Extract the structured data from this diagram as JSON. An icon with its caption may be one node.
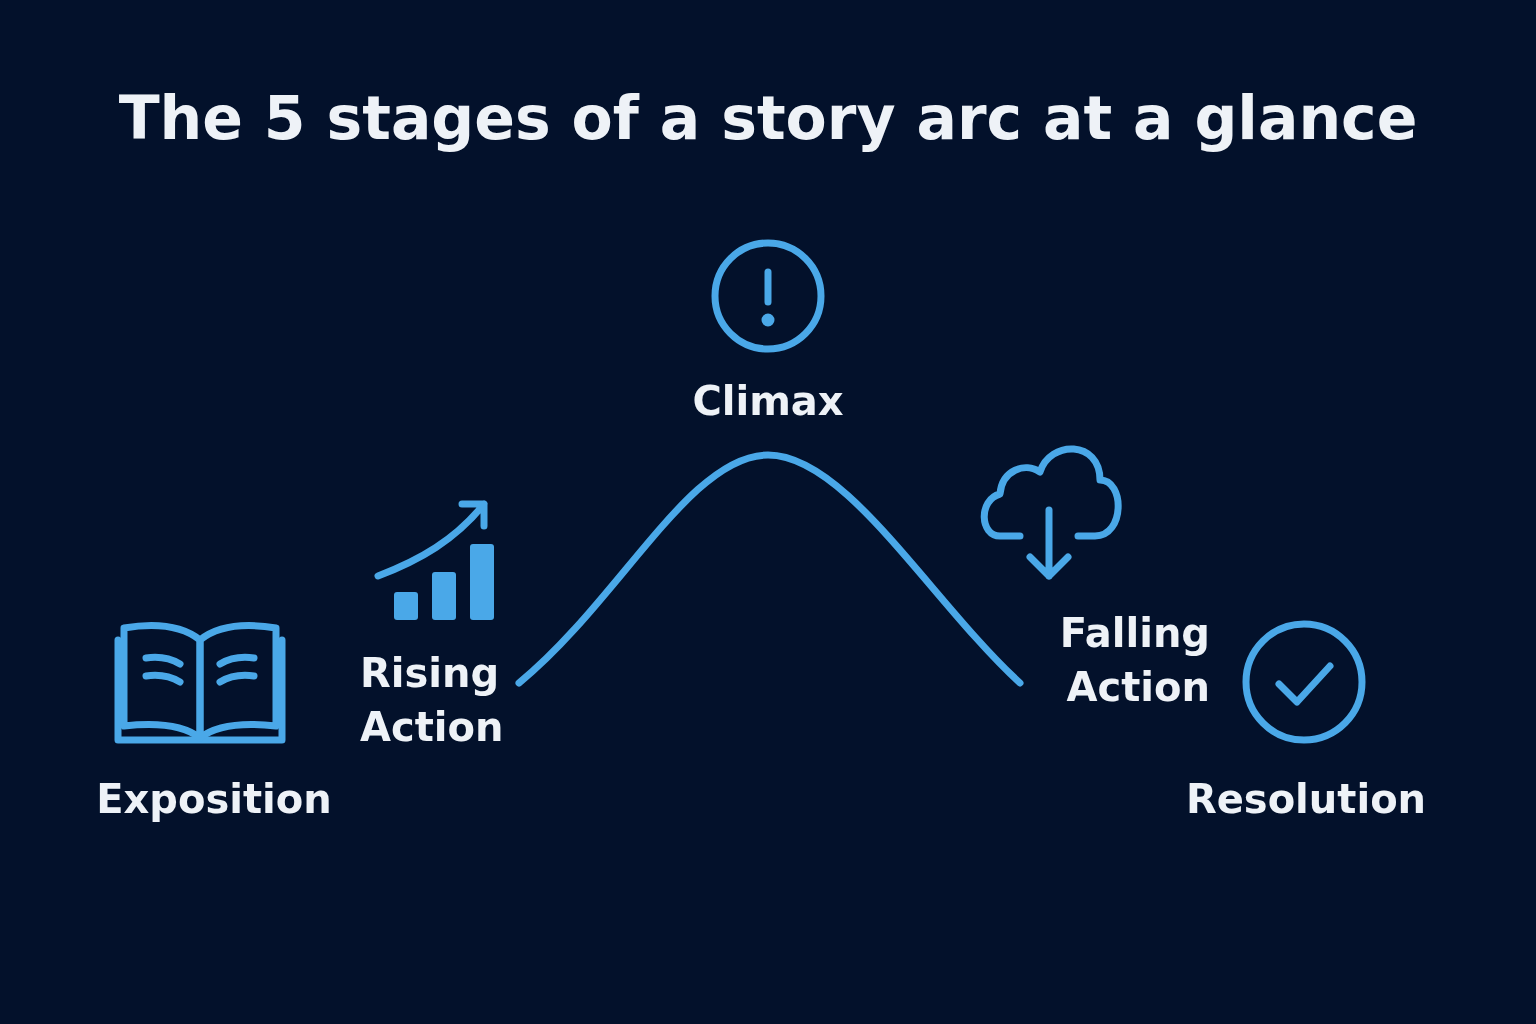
{
  "diagram": {
    "title": "The 5 stages of a story arc at a glance",
    "labels": [
      "Climax",
      "Rising Action",
      "Falling Action",
      "Exposition",
      "Resolution"
    ]
  }
}
